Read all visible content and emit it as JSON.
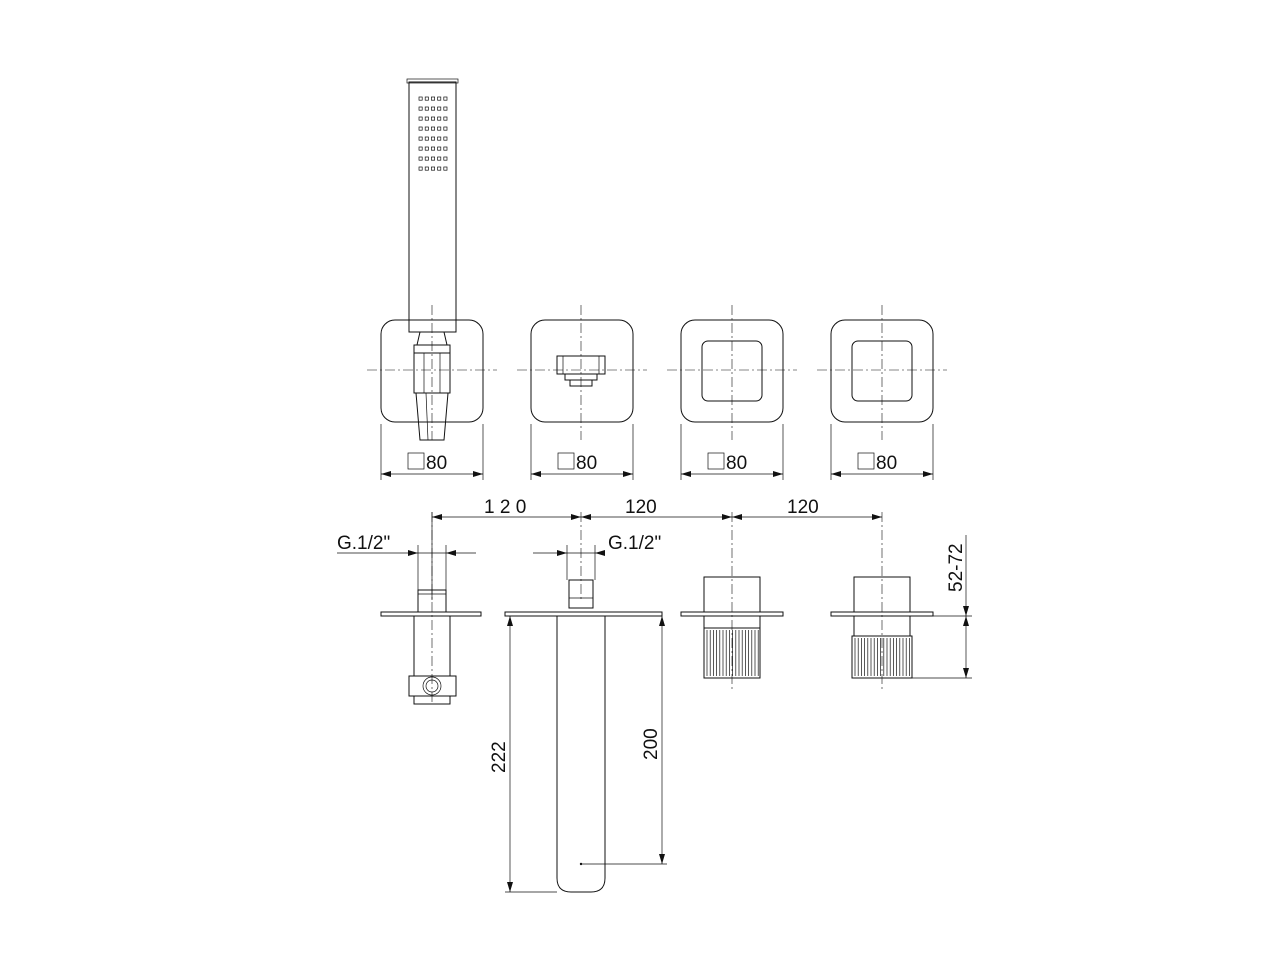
{
  "dimensions": {
    "plate_1": "80",
    "plate_2": "80",
    "plate_3": "80",
    "plate_4": "80",
    "spacing_1": "1 2 0",
    "spacing_2": "120",
    "spacing_3": "120",
    "thread_left": "G.1/2\"",
    "thread_right": "G.1/2\"",
    "depth_range": "52-72",
    "spout_total": "222",
    "spout_length": "200"
  },
  "colors": {
    "line": "#111111",
    "background": "#ffffff"
  },
  "icons": {
    "square_symbol": "square-size-symbol-icon"
  }
}
